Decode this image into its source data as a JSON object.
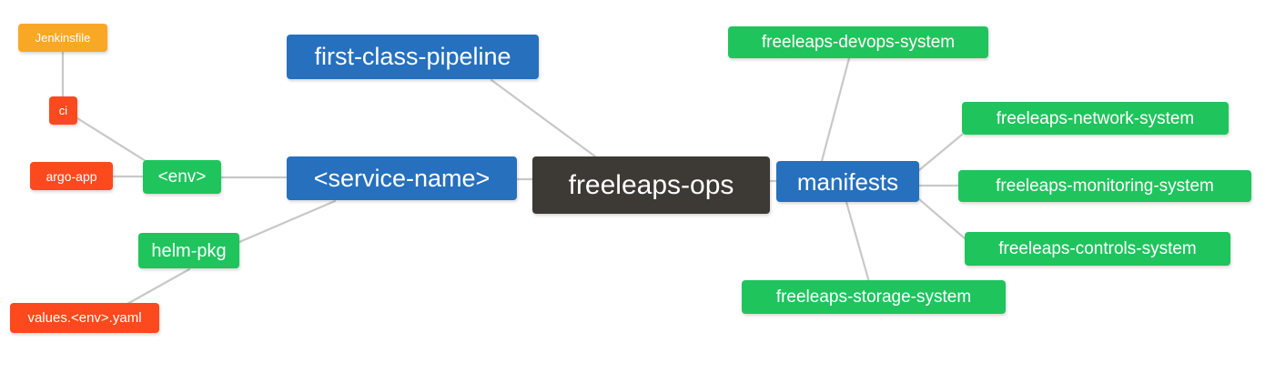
{
  "diagram": {
    "type": "mind-map",
    "title": "freeleaps-ops",
    "background": "#ffffff",
    "edge_color": "#c8c8c8",
    "palette": {
      "root": "#3d3935",
      "blue": "#2670be",
      "green": "#1fc45d",
      "orange": "#f9a826",
      "red": "#fc4a1e",
      "text": "#ffffff"
    }
  },
  "nodes": {
    "root": {
      "label": "freeleaps-ops",
      "color": "#3d3935"
    },
    "first_class_pipeline": {
      "label": "first-class-pipeline",
      "color": "#2670be"
    },
    "service_name": {
      "label": "<service-name>",
      "color": "#2670be"
    },
    "manifests": {
      "label": "manifests",
      "color": "#2670be"
    },
    "env": {
      "label": "<env>",
      "color": "#1fc45d"
    },
    "helm_pkg": {
      "label": "helm-pkg",
      "color": "#1fc45d"
    },
    "jenkinsfile": {
      "label": "Jenkinsfile",
      "color": "#f9a826"
    },
    "ci": {
      "label": "ci",
      "color": "#fc4a1e"
    },
    "argo_app": {
      "label": "argo-app",
      "color": "#fc4a1e"
    },
    "values_yaml": {
      "label": "values.<env>.yaml",
      "color": "#fc4a1e"
    },
    "devops_system": {
      "label": "freeleaps-devops-system",
      "color": "#1fc45d"
    },
    "network_system": {
      "label": "freeleaps-network-system",
      "color": "#1fc45d"
    },
    "monitoring_system": {
      "label": "freeleaps-monitoring-system",
      "color": "#1fc45d"
    },
    "controls_system": {
      "label": "freeleaps-controls-system",
      "color": "#1fc45d"
    },
    "storage_system": {
      "label": "freeleaps-storage-system",
      "color": "#1fc45d"
    }
  },
  "edges": [
    {
      "from": "jenkinsfile",
      "to": "ci"
    },
    {
      "from": "ci",
      "to": "env"
    },
    {
      "from": "argo_app",
      "to": "env"
    },
    {
      "from": "env",
      "to": "service_name"
    },
    {
      "from": "helm_pkg",
      "to": "service_name"
    },
    {
      "from": "values_yaml",
      "to": "helm_pkg"
    },
    {
      "from": "service_name",
      "to": "root"
    },
    {
      "from": "first_class_pipeline",
      "to": "root"
    },
    {
      "from": "root",
      "to": "manifests"
    },
    {
      "from": "devops_system",
      "to": "manifests"
    },
    {
      "from": "network_system",
      "to": "manifests"
    },
    {
      "from": "monitoring_system",
      "to": "manifests"
    },
    {
      "from": "controls_system",
      "to": "manifests"
    },
    {
      "from": "storage_system",
      "to": "manifests"
    }
  ]
}
